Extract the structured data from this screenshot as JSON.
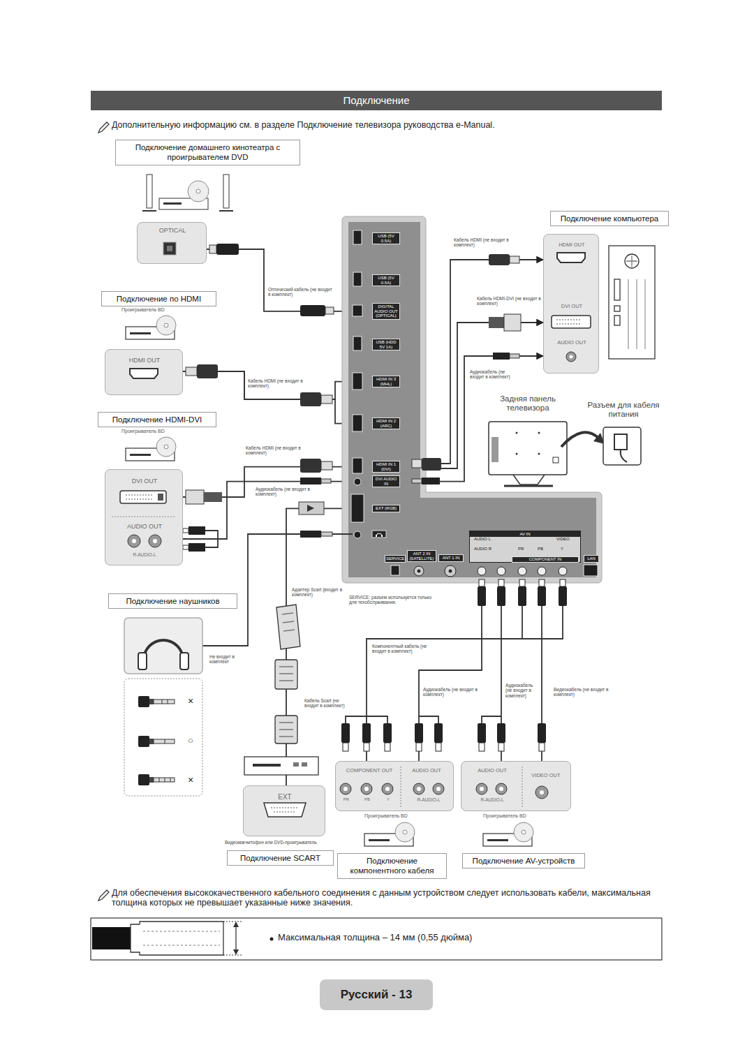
{
  "diagram": {
    "title": "Подключение",
    "nodes": [
      {
        "text": [
          "Подключение домашнего кинотеатра с проигрывателем DVD"
        ]
      },
      {
        "text": [
          "OPTICAL"
        ]
      },
      {
        "text": [
          "Подключение по HDMI"
        ]
      },
      {
        "text": [
          "HDMI OUT"
        ]
      },
      {
        "text": [
          "Подключение HDMI-DVI"
        ]
      },
      {
        "text": [
          "DVI OUT",
          "AUDIO OUT",
          "R-AUDIO-L"
        ]
      },
      {
        "text": [
          "Подключение наушников"
        ]
      },
      {
        "text": [
          "EXT"
        ]
      },
      {
        "text": [
          "Подключение SCART"
        ]
      },
      {
        "text": [
          "COMPONENT OUT",
          "AUDIO OUT",
          "PR",
          "PB",
          "Y",
          "R-AUDIO-L"
        ]
      },
      {
        "text": [
          "Подключение компонентного кабеля"
        ]
      },
      {
        "text": [
          "AUDIO OUT",
          "R-AUDIO-L",
          "VIDEO OUT"
        ]
      },
      {
        "text": [
          "Подключение AV-устройств"
        ]
      },
      {
        "text": [
          "Подключение компьютера"
        ]
      },
      {
        "text": [
          "HDMI OUT",
          "DVI OUT",
          "AUDIO OUT"
        ]
      },
      {
        "text": [
          "USB (5V 0.5A)"
        ]
      },
      {
        "text": [
          "USB (5V 0.5A)"
        ]
      },
      {
        "text": [
          "DIGITAL AUDIO OUT (OPTICAL)"
        ]
      },
      {
        "text": [
          "USB (HDD 5V 1A)"
        ]
      },
      {
        "text": [
          "HDMI IN 3 (MHL)"
        ]
      },
      {
        "text": [
          "HDMI IN 2 (ARC)"
        ]
      },
      {
        "text": [
          "HDMI IN 1 (DVI)"
        ]
      },
      {
        "text": [
          "DVI AUDIO IN"
        ]
      },
      {
        "text": [
          "EXT (RGB)"
        ]
      },
      {
        "text": [
          "SERVICE"
        ]
      },
      {
        "text": [
          "ANT 2 IN (SATELLITE)"
        ]
      },
      {
        "text": [
          "ANT 1 IN"
        ]
      },
      {
        "text": [
          "AV IN"
        ]
      },
      {
        "text": [
          "COMPONENT IN"
        ],
        "in": 27
      },
      {
        "text": [
          "LAN"
        ]
      },
      {
        "text": [
          "Русский - 13"
        ]
      }
    ],
    "edges": [
      {
        "from": 1,
        "to": 17,
        "arrow": "none"
      },
      {
        "from": 3,
        "to": 19,
        "arrow": "to"
      },
      {
        "from": 3,
        "to": 20,
        "arrow": "to"
      },
      {
        "from": 5,
        "to": 21,
        "arrow": "to"
      },
      {
        "from": 5,
        "to": 22,
        "arrow": "to"
      },
      {
        "from": 7,
        "to": 23,
        "arrow": "none"
      },
      {
        "from": 21,
        "to": 14,
        "arrow": "to"
      },
      {
        "from": 21,
        "to": 14,
        "arrow": "to"
      },
      {
        "from": 22,
        "to": 14,
        "arrow": "to"
      },
      {
        "from": 9,
        "to": 28,
        "arrow": "none"
      },
      {
        "from": 9,
        "to": 27,
        "arrow": "none"
      },
      {
        "from": 11,
        "to": 27,
        "arrow": "none"
      },
      {
        "from": 11,
        "to": 28,
        "arrow": "none"
      }
    ],
    "labels": [
      "Дополнительную информацию см. в разделе Подключение телевизора руководства e-Manual.",
      "Оптический кабель (не входит в комплект)",
      "Проигрыватель BD",
      "Кабель HDMI (не входит в комплект)",
      "Проигрыватель BD",
      "Кабель HDMI (не входит в комплект)",
      "Аудиокабель (не входит в комплект)",
      "Адаптер Scart (входит в комплект)",
      "Не входит в комплект",
      "Кабель Scart (не входит в комплект)",
      "×",
      "○",
      "×",
      "Видеомагнитофон или DVD-проигрыватель",
      "Кабель HDMI (не входит в комплект)",
      "Кабель HDMI-DVI (не входит в комплект)",
      "Аудиокабель (не входит в комплект)",
      "Задняя панель телевизора",
      "Разъем для кабеля питания",
      "AUDIO L",
      "VIDEO",
      "AUDIO R",
      "PR",
      "PB",
      "Y",
      "SERVICE: разъем используется только для техобслуживания.",
      "Компонентный кабель (не входит в комплект)",
      "Аудиокабель (не входит в комплект)",
      "Аудиокабель (не входит в комплект)",
      "Видеокабель (не входит в комплект)",
      "Проигрыватель BD",
      "Проигрыватель BD",
      "Для обеспечения высококачественного кабельного соединения с данным устройством следует использовать кабели, максимальная толщина которых не превышает указанные ниже значения.",
      "Максимальная толщина – 14 мм (0,55 дюйма)"
    ]
  }
}
